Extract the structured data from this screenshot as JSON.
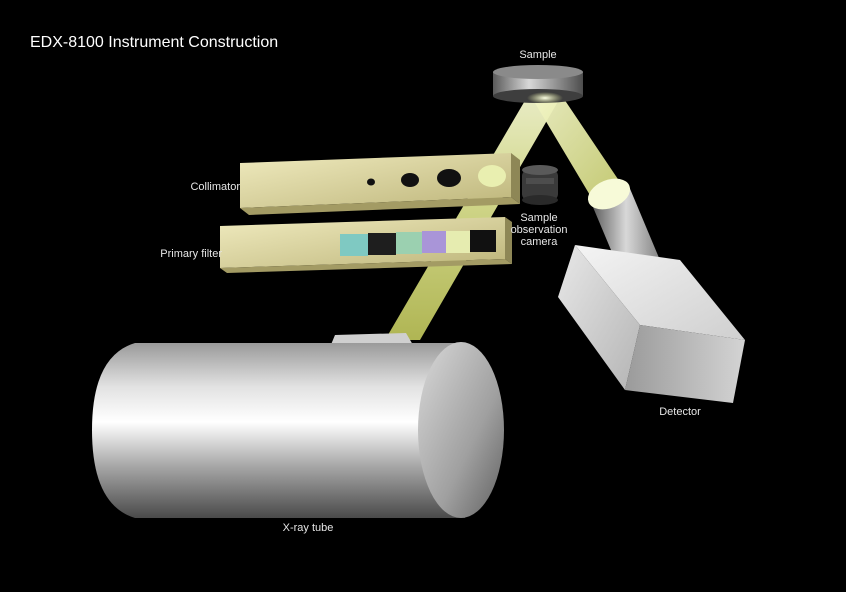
{
  "title": "EDX-8100 Instrument Construction",
  "labels": {
    "sample": "Sample",
    "collimator": "Collimator",
    "primary_filter": "Primary filter",
    "camera_line1": "Sample",
    "camera_line2": "observation",
    "camera_line3": "camera",
    "detector": "Detector",
    "xray_tube": "X-ray tube"
  },
  "colors": {
    "background": "#000000",
    "beam": "#e8efa0",
    "plate": "#d8d29a",
    "metal": "#c8c8c8"
  }
}
